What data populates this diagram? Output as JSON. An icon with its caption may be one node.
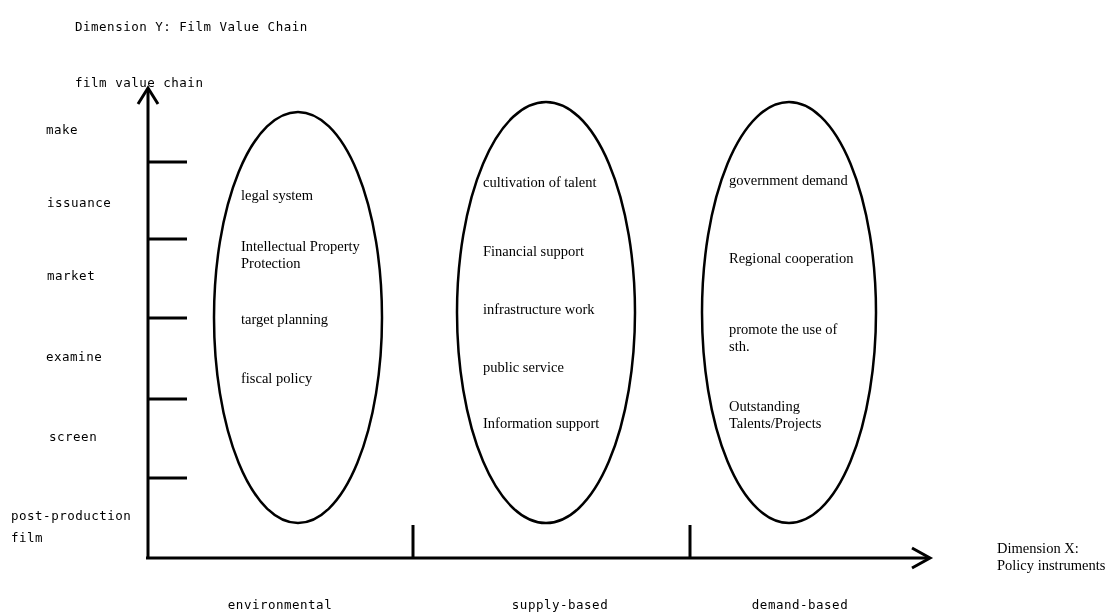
{
  "diagram": {
    "nodes": [
      {
        "text": [
          "legal system",
          "Intellectual Property Protection",
          "target planning",
          "fiscal policy"
        ]
      },
      {
        "text": [
          "cultivation of talent",
          "Financial support",
          "infrastructure work",
          "public service",
          "Information support"
        ]
      },
      {
        "text": [
          "government demand",
          "Regional cooperation",
          "promote the use of sth.",
          "Outstanding Talents/Projects"
        ]
      }
    ],
    "labels": [
      "Dimension Y: Film Value Chain",
      "film value chain",
      "make",
      "issuance",
      "market",
      "examine",
      "screen",
      "post-production film",
      "Dimension X: Policy instruments",
      "environmental",
      "supply-based",
      "demand-based"
    ]
  }
}
